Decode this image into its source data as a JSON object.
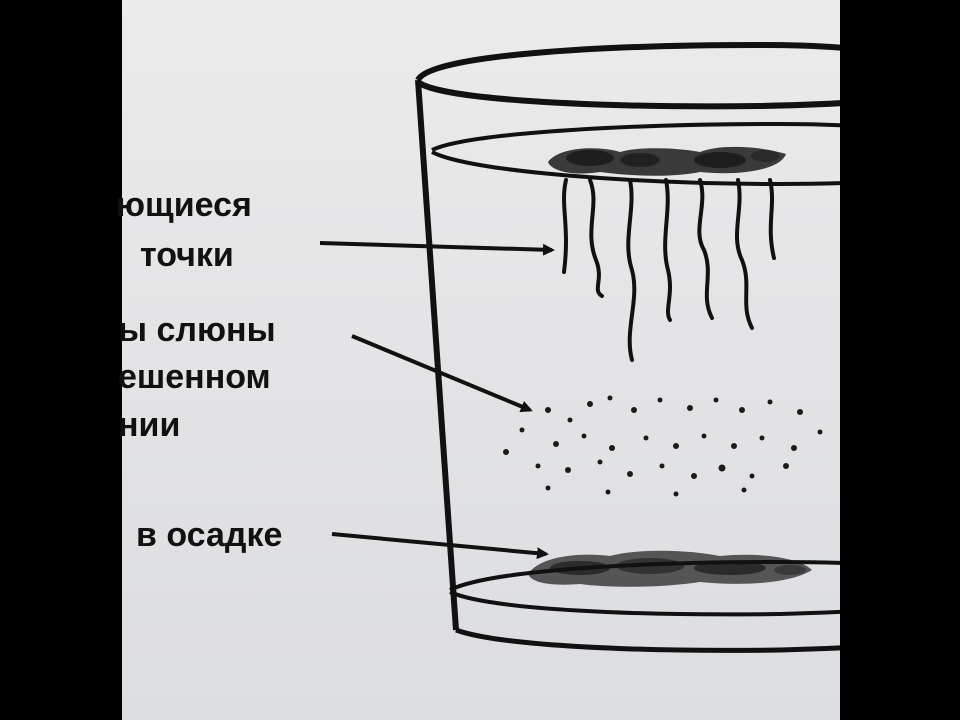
{
  "labels": {
    "top_line1": "ющиеся",
    "top_line2": "точки",
    "middle_line1": "ы слюны",
    "middle_line2": "ешенном",
    "middle_line3": "нии",
    "bottom": "в осадке"
  },
  "colors": {
    "paper": "#e6e6e8",
    "ink": "#111111",
    "frame": "#000000"
  }
}
